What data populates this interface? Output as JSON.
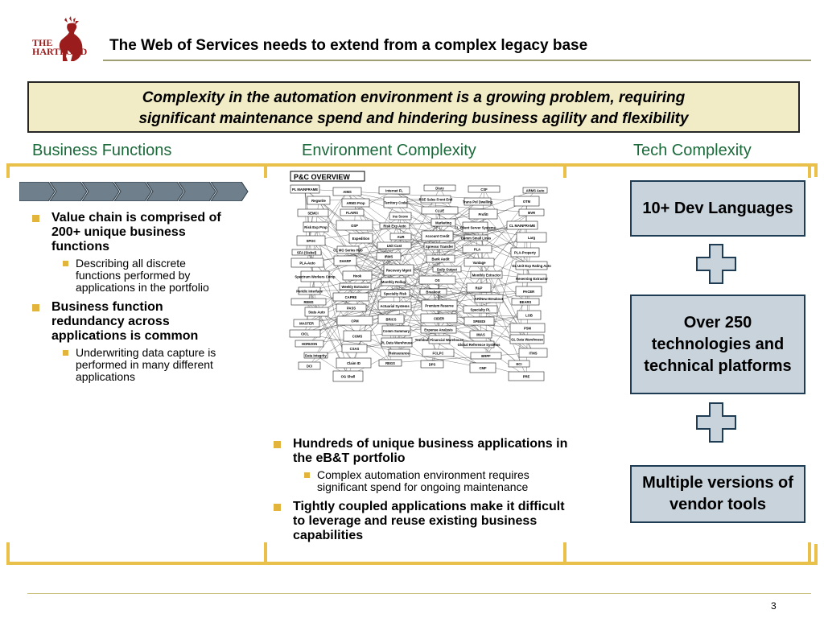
{
  "header": {
    "logo_text_line1": "THE",
    "logo_text_line2": "HARTFORD",
    "title": "The Web of Services needs to extend from a complex legacy base"
  },
  "callout": {
    "line1": "Complexity in the automation environment is a growing problem, requiring",
    "line2": "significant maintenance spend and hindering business agility and flexibility"
  },
  "columns": {
    "left_heading": "Business Functions",
    "middle_heading": "Environment Complexity",
    "right_heading": "Tech Complexity"
  },
  "left_bullets": {
    "b1": "Value chain is comprised of 200+ unique business functions",
    "b1_sub": "Describing all discrete functions performed by applications in the portfolio",
    "b2": "Business function redundancy across applications is common",
    "b2_sub": "Underwriting data capture is performed in many different applications"
  },
  "diagram": {
    "title": "P&C OVERVIEW",
    "boxes": [
      "PL MAINFRAME",
      "AIMS",
      "Internet FL",
      "Diary",
      "CSF",
      "ARMS Auto",
      "Regwrite",
      "ARMS Prop",
      "Territory Code",
      "RSE Sales Front End",
      "Trans Pol Dwelling",
      "OTM",
      "SEMCI",
      "FLAIRS",
      "Ins Score",
      "CLUE",
      "ProfitI",
      "MVR",
      "Risk Exp Prop",
      "OSP",
      "Risk Exp Auto",
      "Marketing",
      "CL Client Server Systems",
      "CL MAINFRAME",
      "SPOC",
      "Expedition",
      "AUR",
      "Account Credit",
      "Comm Small Lines",
      "Larg",
      "SFA (Siebel)",
      "CL MO Series Hub",
      "Unit Cust",
      "Xpresso Transfer",
      "PLA",
      "PLA-Property",
      "PLA-Auto",
      "SHARP",
      "IRMS",
      "Bank Audit",
      "Vantage",
      "GL Unit Exp Rating Auto",
      "Spectrum Workers Comp",
      "Hook",
      "Recovery Mgmt",
      "Daily Output",
      "Monthly Extractor",
      "Reserving Extractor",
      "Peridic Interface",
      "Weekly Extractor",
      "Monthly Rollup",
      "OS",
      "R&P",
      "PACER",
      "REMS",
      "CAPRE",
      "Specialty Risk",
      "Breakout",
      "AR/New Breakout",
      "BEARS",
      "Stats Auto",
      "PASS",
      "Actuarial Systems",
      "Premium Reserve",
      "Specialty PL",
      "LOB",
      "MASTER",
      "CPM",
      "BRICS",
      "CIDER",
      "SPEEDI",
      "PSM",
      "CICL",
      "COMS",
      "Comm Summary",
      "Expense Analysis",
      "IMAS",
      "GL Data Warehouse",
      "HORIZON",
      "CSAS",
      "PL Data Warehouse",
      "Trumbull Financial Warehouse",
      "Global Reference Systems",
      "ITMS",
      "Data Integrity",
      "Claim ID",
      "Reinsurance",
      "FCLPC",
      "BRPF",
      "ECI",
      "DCI",
      "OG Shell",
      "REGS",
      "DPS",
      "CMF",
      "PRE"
    ]
  },
  "middle_bullets": {
    "b1": "Hundreds of unique business applications in the eB&T portfolio",
    "b1_sub": "Complex automation environment requires significant spend for ongoing maintenance",
    "b2": "Tightly coupled applications make it difficult to leverage and reuse existing business capabilities"
  },
  "tech": {
    "box1": "10+ Dev Languages",
    "box2": "Over 250 technologies and technical platforms",
    "box3": "Multiple versions of vendor tools"
  },
  "footer": {
    "page_number": "3"
  },
  "colors": {
    "accent_green": "#1a6a3a",
    "bracket_gold": "#e8c04a",
    "bullet_gold": "#e3b43c",
    "callout_bg": "#f1ebc6",
    "tech_box_bg": "#c9d3db",
    "logo_red": "#9b1c1c"
  }
}
